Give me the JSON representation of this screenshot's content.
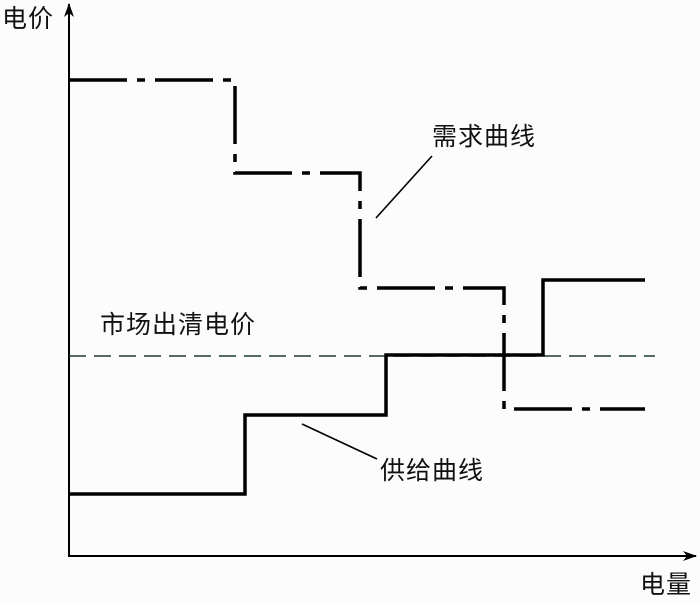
{
  "diagram": {
    "title": "电力市场出清示意图",
    "axes": {
      "y_label": "电价",
      "x_label": "电量"
    },
    "labels": {
      "demand_curve": "需求曲线",
      "supply_curve": "供给曲线",
      "clearing_price": "市场出清电价"
    },
    "curves": {
      "demand": {
        "style": "dash-dot",
        "steps": [
          {
            "q_from": 0,
            "q_to": 166,
            "price": 476
          },
          {
            "q_from": 166,
            "q_to": 291,
            "price": 383
          },
          {
            "q_from": 291,
            "q_to": 435,
            "price": 268
          },
          {
            "q_from": 435,
            "q_to": 576,
            "price": 147
          }
        ]
      },
      "supply": {
        "style": "solid",
        "steps": [
          {
            "q_from": 0,
            "q_to": 176,
            "price": 62
          },
          {
            "q_from": 176,
            "q_to": 317,
            "price": 141
          },
          {
            "q_from": 317,
            "q_to": 474,
            "price": 201
          },
          {
            "q_from": 474,
            "q_to": 576,
            "price": 276
          }
        ]
      },
      "clearing_price_level": 200,
      "clearing_line_end_q": 586
    },
    "colors": {
      "line": "#000000",
      "dashed": "#1f3a3a",
      "background": "#fcfcfc"
    }
  }
}
